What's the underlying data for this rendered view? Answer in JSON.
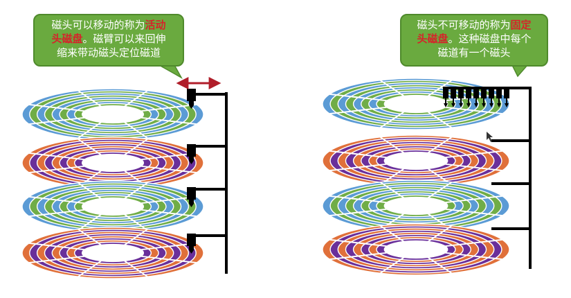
{
  "left_callout": {
    "line1_a": "磁头可以移动的称为",
    "line1_b": "活动",
    "line2_a": "头磁盘",
    "line2_b": "。磁臂可以来回伸",
    "line3": "缩来带动磁头定位磁道"
  },
  "right_callout": {
    "line1_a": "磁头不可移动的称为",
    "line1_b": "固定",
    "line2_a": "头磁盘",
    "line2_b": "。这种磁盘中每个",
    "line3": "磁道有一个磁头"
  },
  "colors": {
    "callout_bg": "#6aaa3f",
    "highlight_text": "#d6232a",
    "platter_blue": "#5b9bd5",
    "platter_green": "#70ad47",
    "platter_orange": "#e0703a",
    "platter_purple": "#6a2f9a",
    "arm": "#000000",
    "arrow": "#b01e2a"
  },
  "platters": {
    "left": [
      "blue-green",
      "orange-purple",
      "blue-green",
      "orange-purple"
    ],
    "right": [
      "blue-green",
      "orange-purple",
      "blue-green",
      "orange-purple"
    ]
  }
}
